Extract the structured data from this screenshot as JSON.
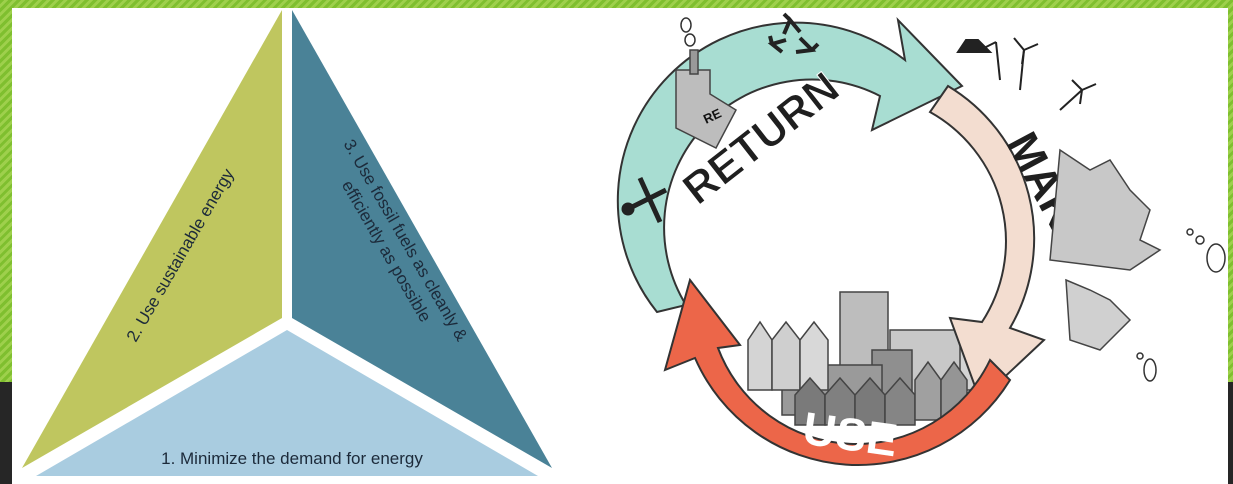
{
  "triangle": {
    "level1": "1. Minimize the demand for energy",
    "level2": "2. Use sustainable energy",
    "level3_line1": "3. Use fossil fuels as cleanly &",
    "level3_line2": "efficiently as possible"
  },
  "cycle": {
    "return_label": "RETURN",
    "make_label": "MAKE",
    "use_label": "USE",
    "factory_sign": "RE"
  },
  "colors": {
    "level1": "#a9cce0",
    "level2": "#bfc65f",
    "level3": "#4a8297",
    "return_arrow": "#a8ddd2",
    "make_arrow": "#f3ddd0",
    "use_arrow": "#ec6649",
    "border_green": "#8cc63f"
  }
}
